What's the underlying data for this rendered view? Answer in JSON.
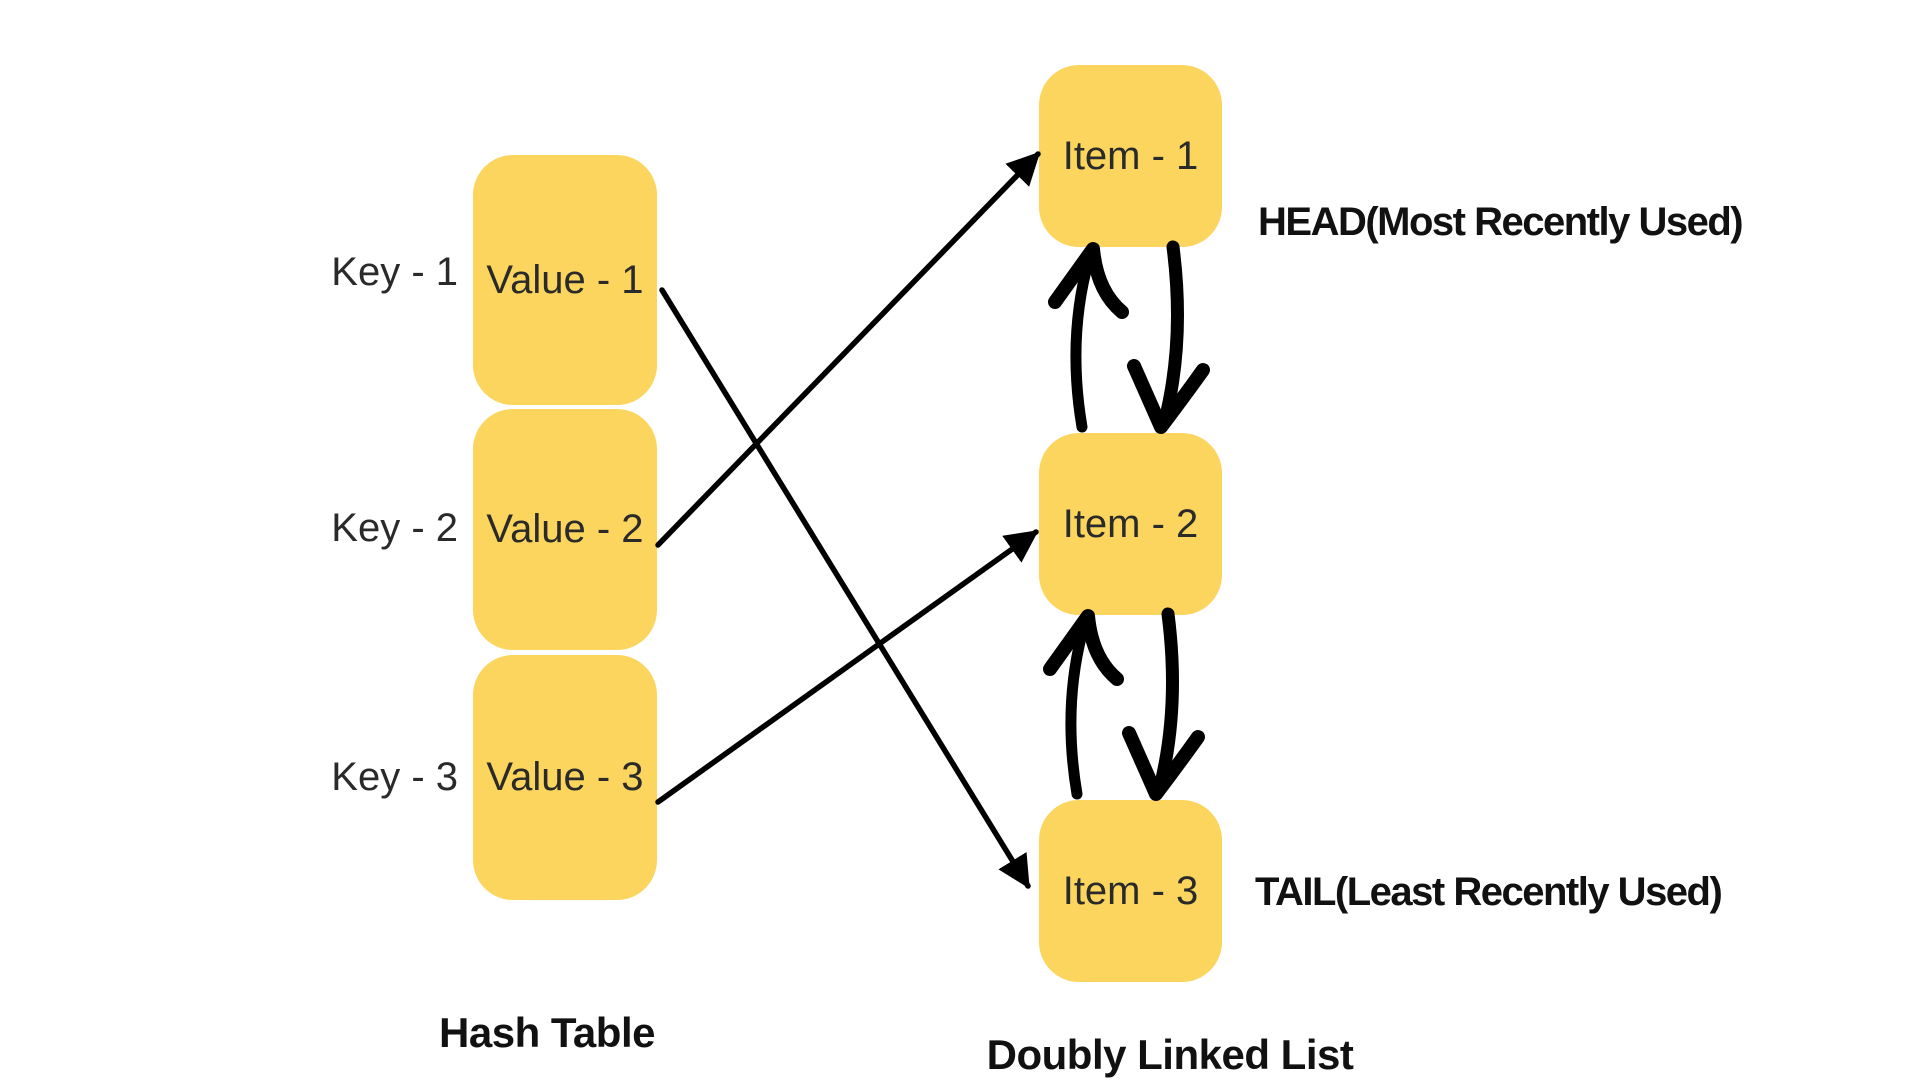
{
  "colors": {
    "background": "#ffffff",
    "node_fill": "#FBD55E",
    "text": "#2a2a2a",
    "bold_text": "#111111",
    "arrow": "#000000"
  },
  "hash_table": {
    "title": "Hash Table",
    "rows": [
      {
        "key": "Key - 1",
        "value": "Value - 1"
      },
      {
        "key": "Key - 2",
        "value": "Value - 2"
      },
      {
        "key": "Key - 3",
        "value": "Value - 3"
      }
    ]
  },
  "linked_list": {
    "title": "Doubly Linked List",
    "head_label": "HEAD(Most Recently Used)",
    "tail_label": "TAIL(Least Recently Used)",
    "items": [
      {
        "label": "Item - 1"
      },
      {
        "label": "Item - 2"
      },
      {
        "label": "Item - 3"
      }
    ]
  },
  "mappings": [
    {
      "from": "Value - 1",
      "to": "Item - 3"
    },
    {
      "from": "Value - 2",
      "to": "Item - 1"
    },
    {
      "from": "Value - 3",
      "to": "Item - 2"
    }
  ]
}
